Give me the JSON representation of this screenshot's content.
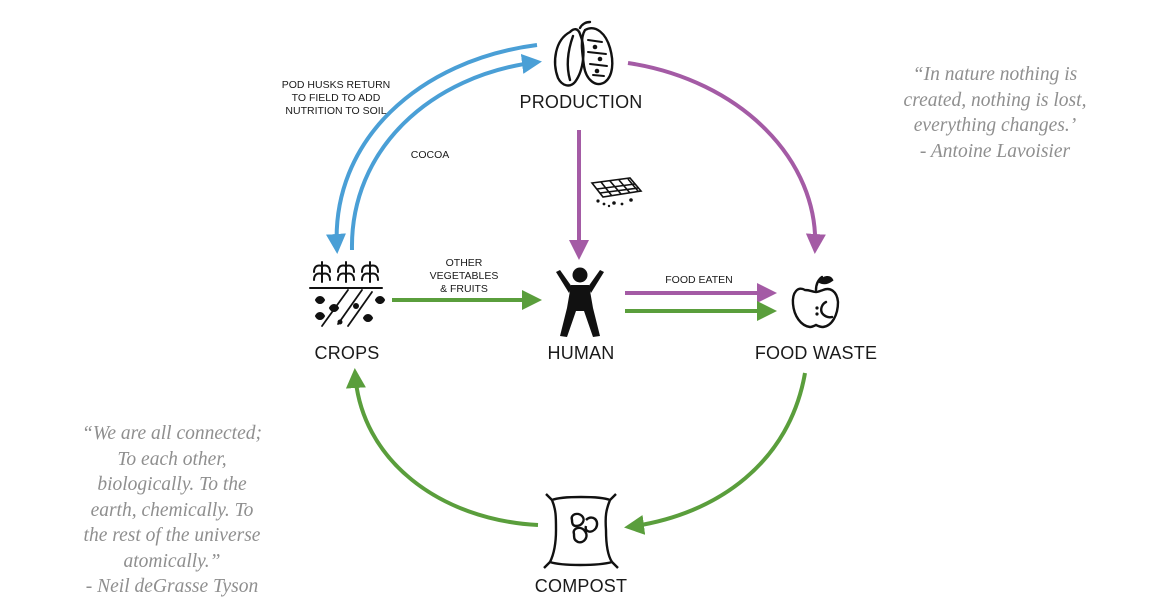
{
  "nodes": {
    "production": "PRODUCTION",
    "crops": "CROPS",
    "human": "HUMAN",
    "food_waste": "FOOD WASTE",
    "compost": "COMPOST"
  },
  "edge_labels": {
    "pod_husks": [
      "POD HUSKS RETURN",
      "TO FIELD TO ADD",
      "NUTRITION TO SOIL"
    ],
    "cocoa": "COCOA",
    "other_veg": [
      "OTHER",
      "VEGETABLES",
      "& FRUITS"
    ],
    "food_eaten": "FOOD EATEN"
  },
  "quotes": {
    "lavoisier": [
      "“In nature nothing is",
      "created, nothing is lost,",
      "everything changes.’",
      "- Antoine Lavoisier"
    ],
    "tyson": [
      "“We are all connected;",
      "To each other,",
      "biologically. To the",
      "earth, chemically. To",
      "the rest of the universe",
      "atomically.”",
      "- Neil deGrasse Tyson"
    ]
  },
  "colors": {
    "blue": "#4a9fd6",
    "purple": "#a45ba5",
    "green": "#5a9e3c",
    "ink": "#111111",
    "quote": "#8f8f8f"
  },
  "icons": [
    "cocoa-pod-icon",
    "chocolate-bar-icon",
    "crops-field-icon",
    "human-figure-icon",
    "eaten-apple-icon",
    "compost-bag-icon"
  ]
}
